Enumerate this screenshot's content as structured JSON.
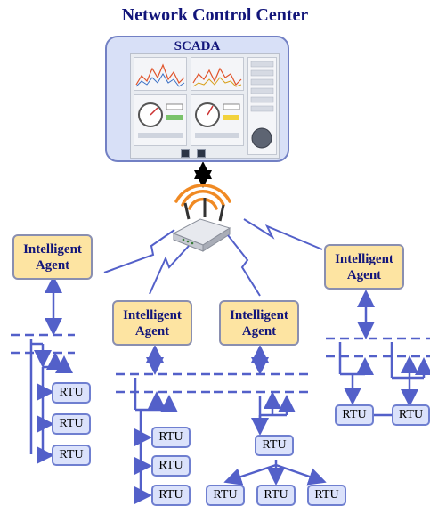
{
  "title": "Network Control Center",
  "scada": {
    "label": "SCADA"
  },
  "agents": [
    {
      "label": "Intelligent\nAgent"
    },
    {
      "label": "Intelligent\nAgent"
    },
    {
      "label": "Intelligent\nAgent"
    },
    {
      "label": "Intelligent\nAgent"
    }
  ],
  "rtus": [
    {
      "label": "RTU"
    },
    {
      "label": "RTU"
    },
    {
      "label": "RTU"
    },
    {
      "label": "RTU"
    },
    {
      "label": "RTU"
    },
    {
      "label": "RTU"
    },
    {
      "label": "RTU"
    },
    {
      "label": "RTU"
    },
    {
      "label": "RTU"
    },
    {
      "label": "RTU"
    },
    {
      "label": "RTU"
    },
    {
      "label": "RTU"
    }
  ],
  "colors": {
    "title": "#12157a",
    "agent_fill": "#fde4a2",
    "rtu_fill": "#dbe2fb",
    "lines": "#5360c9",
    "wifi": "#f08a24"
  }
}
